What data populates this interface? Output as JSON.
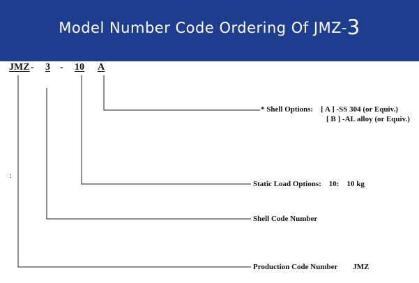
{
  "title_main": "Model Number Code Ordering Of JMZ-",
  "title_num": "3",
  "code": {
    "prefix": "JMZ",
    "dash1": "-",
    "shell_num": "3",
    "dash2": "-",
    "load": "10",
    "material": "A"
  },
  "stray_mark": ":",
  "annotations": {
    "shell_options_line1": "* Shell Options:    [ A ] -SS 304 (or Equiv.)",
    "shell_options_line2": "[ B ] -AL alloy (or Equiv.)",
    "static_load": "Static Load Options:    10:    10 kg",
    "shell_code": "Shell Code Number",
    "production_code": "Production Code Number        JMZ"
  },
  "colors": {
    "banner": "#1f3d8f",
    "text": "#111111"
  }
}
